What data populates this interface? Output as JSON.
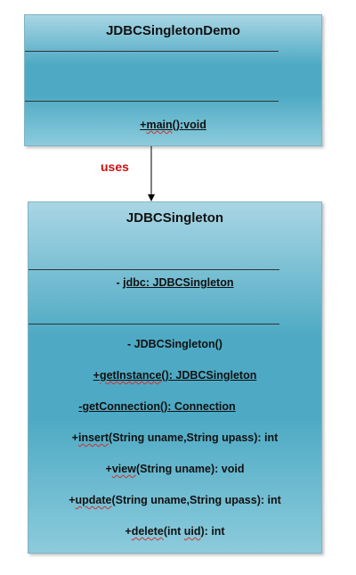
{
  "demo_class": {
    "name": "JDBCSingletonDemo",
    "operations": [
      {
        "visibility": "+",
        "name": "main",
        "signature": "():void"
      }
    ]
  },
  "relationship": {
    "label": "uses",
    "color": "#cc1111"
  },
  "singleton_class": {
    "name": "JDBCSingleton",
    "attributes": [
      {
        "visibility": "-",
        "name": "jdbc",
        "type": ": JDBCSingleton"
      }
    ],
    "operations": [
      {
        "visibility": "-",
        "text": "JDBCSingleton()"
      },
      {
        "visibility": "+",
        "name": "getInstance",
        "rest": "(): JDBCSingleton"
      },
      {
        "visibility": "-",
        "name": "getConnection",
        "rest": "(): Connection"
      },
      {
        "visibility": "+",
        "name": "insert",
        "rest": "(String uname,String upass): int"
      },
      {
        "visibility": "+",
        "name": "view",
        "rest": "(String uname): void"
      },
      {
        "visibility": "+",
        "name": "update",
        "rest": "(String uname,String upass): int"
      },
      {
        "visibility": "+",
        "name": "delete",
        "param_type": "(int ",
        "param_name": "uid",
        "rest": "): int"
      }
    ]
  },
  "colors": {
    "box_fill": "#4eaac4",
    "box_border": "#7fb3c6",
    "text": "#111111",
    "arrow": "#000000"
  }
}
